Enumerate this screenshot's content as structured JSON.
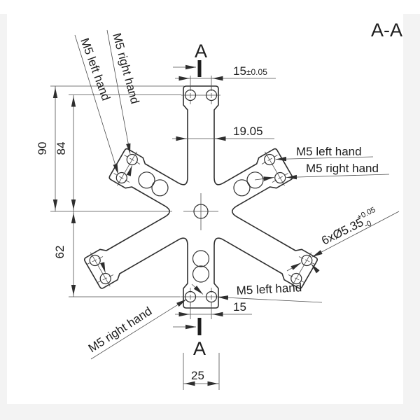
{
  "colors": {
    "background": "#ffffff",
    "margin_gray": "#f3f3f3",
    "line": "#2e2e2e",
    "dim_line": "#4d4d4d",
    "text": "#1d1d1d"
  },
  "section_view_label": "A-A",
  "section_cut": {
    "top": "A",
    "bottom": "A"
  },
  "dimensions": {
    "hole_spacing_top_value": "15",
    "hole_spacing_top_tol": "±0.05",
    "stem_width": "19.05",
    "height_overall": "90",
    "height_top_holes": "84",
    "height_bottom_holes": "62",
    "hole_spacing_bottom": "15",
    "plate_width": "25"
  },
  "hole_callout": {
    "main": "6xØ5.35",
    "lower_tol": "-0",
    "upper_tol": "+0.05"
  },
  "thread_labels": {
    "top_left_outer": "M5 left hand",
    "top_left_inner": "M5 right hand",
    "right_upper": "M5 left hand",
    "right_lower": "M5 right hand",
    "bottom_right": "M5 left hand",
    "bottom_left": "M5 right hand"
  }
}
